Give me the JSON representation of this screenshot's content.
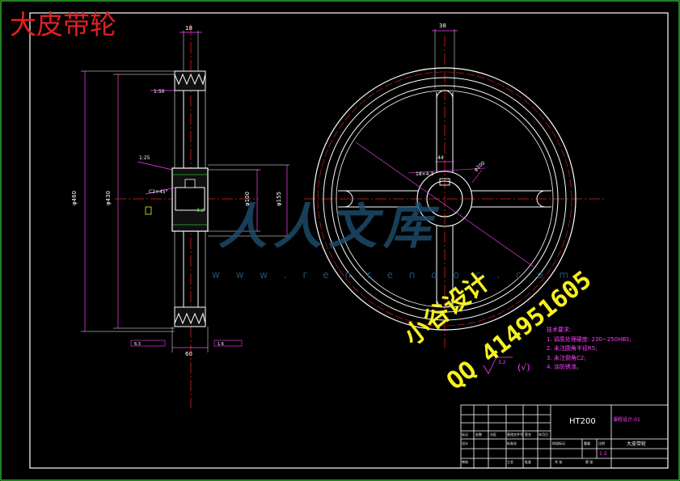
{
  "title": "大皮带轮",
  "watermark": {
    "logo": "人人文库",
    "url": "w w w . r e n r e n d o c . c o m"
  },
  "stamp": {
    "line1": "小谷设计",
    "line2": "QQ 414951605"
  },
  "dimensions": {
    "side_width_top": "18",
    "hub_width": "60",
    "outer_dia": "φ460",
    "pitch_dia": "φ430",
    "bore_dia": "φ100",
    "hub_dia": "φ155",
    "taper1": "1:50",
    "taper2": "1:25",
    "chamfer": "C2×45°",
    "roughness1": "3.2",
    "roughness2": "6.3",
    "roughness3": "1.6",
    "front_width_top": "38",
    "keyway": "44",
    "keyway_text": "18×4.3",
    "hub_label": "φ100"
  },
  "tech_requirements": {
    "heading": "技术要求:",
    "items": [
      "1. 调质处理硬度: 230~250HBS;",
      "2. 未注圆角半径R5;",
      "3. 未注倒角C2;",
      "4. 涂防锈漆。"
    ]
  },
  "roughness_symbol": "3.2",
  "title_block": {
    "material": "HT200",
    "drawing_no": "课程设计-01",
    "part_name": "大皮带轮",
    "ratio": "1:2",
    "cells": [
      "标记",
      "处数",
      "分区",
      "更改文件号",
      "签名",
      "年月日",
      "设计",
      "标准化",
      "阶段标记",
      "重量",
      "比例",
      "审核",
      "工艺",
      "批准",
      "共 张",
      "第 张"
    ]
  },
  "colors": {
    "outline": "#ffffff",
    "centerline": "#e02020",
    "dimension": "#ff40ff",
    "hatch": "#40ff40",
    "border": "#40ff40",
    "key": "#f5f020"
  }
}
